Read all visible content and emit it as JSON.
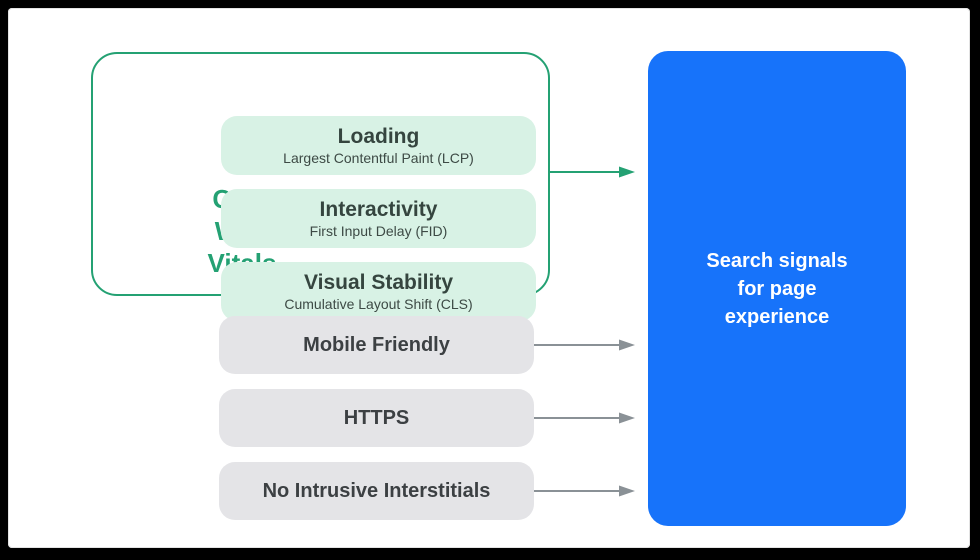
{
  "colors": {
    "green_accent": "#24a173",
    "mint_fill": "#d8f2e5",
    "blue_fill": "#1773fa",
    "gray_fill": "#e4e4e7",
    "gray_arrow": "#8a9196",
    "dark_text": "#3c4043",
    "frame": "#000000",
    "card": "#ffffff"
  },
  "core_web_vitals": {
    "label_lines": {
      "0": "Core",
      "1": "Web",
      "2": "Vitals"
    },
    "items": [
      {
        "title": "Loading",
        "subtitle": "Largest Contentful Paint (LCP)"
      },
      {
        "title": "Interactivity",
        "subtitle": "First Input Delay (FID)"
      },
      {
        "title": "Visual Stability",
        "subtitle": "Cumulative Layout Shift (CLS)"
      }
    ]
  },
  "other_signals": [
    {
      "label": "Mobile Friendly"
    },
    {
      "label": "HTTPS"
    },
    {
      "label": "No Intrusive Interstitials"
    }
  ],
  "result": {
    "label_lines": {
      "0": "Search signals",
      "1": "for page",
      "2": "experience"
    }
  }
}
